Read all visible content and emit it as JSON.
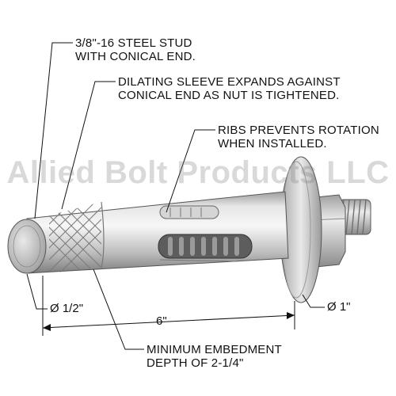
{
  "watermark": "Allied Bolt Products LLC",
  "callouts": {
    "stud": [
      "3/8\"-16 STEEL STUD",
      "WITH CONICAL END."
    ],
    "sleeve": [
      "DILATING SLEEVE EXPANDS AGAINST",
      "CONICAL END AS NUT IS TIGHTENED."
    ],
    "ribs": [
      "RIBS PREVENTS ROTATION",
      "WHEN INSTALLED."
    ],
    "embedment": [
      "MINIMUM EMBEDMENT",
      "DEPTH OF 2-1/4\""
    ]
  },
  "dimensions": {
    "diameter_small": "1/2\"",
    "diameter_washer": "1\"",
    "length": "6\""
  },
  "diameter_symbol": "Ø",
  "colors": {
    "line": "#111111",
    "steel_light": "#f2f2f2",
    "steel_mid": "#c9c9c9",
    "steel_dark": "#8f8f8f",
    "watermark": "#9a9a9a"
  }
}
